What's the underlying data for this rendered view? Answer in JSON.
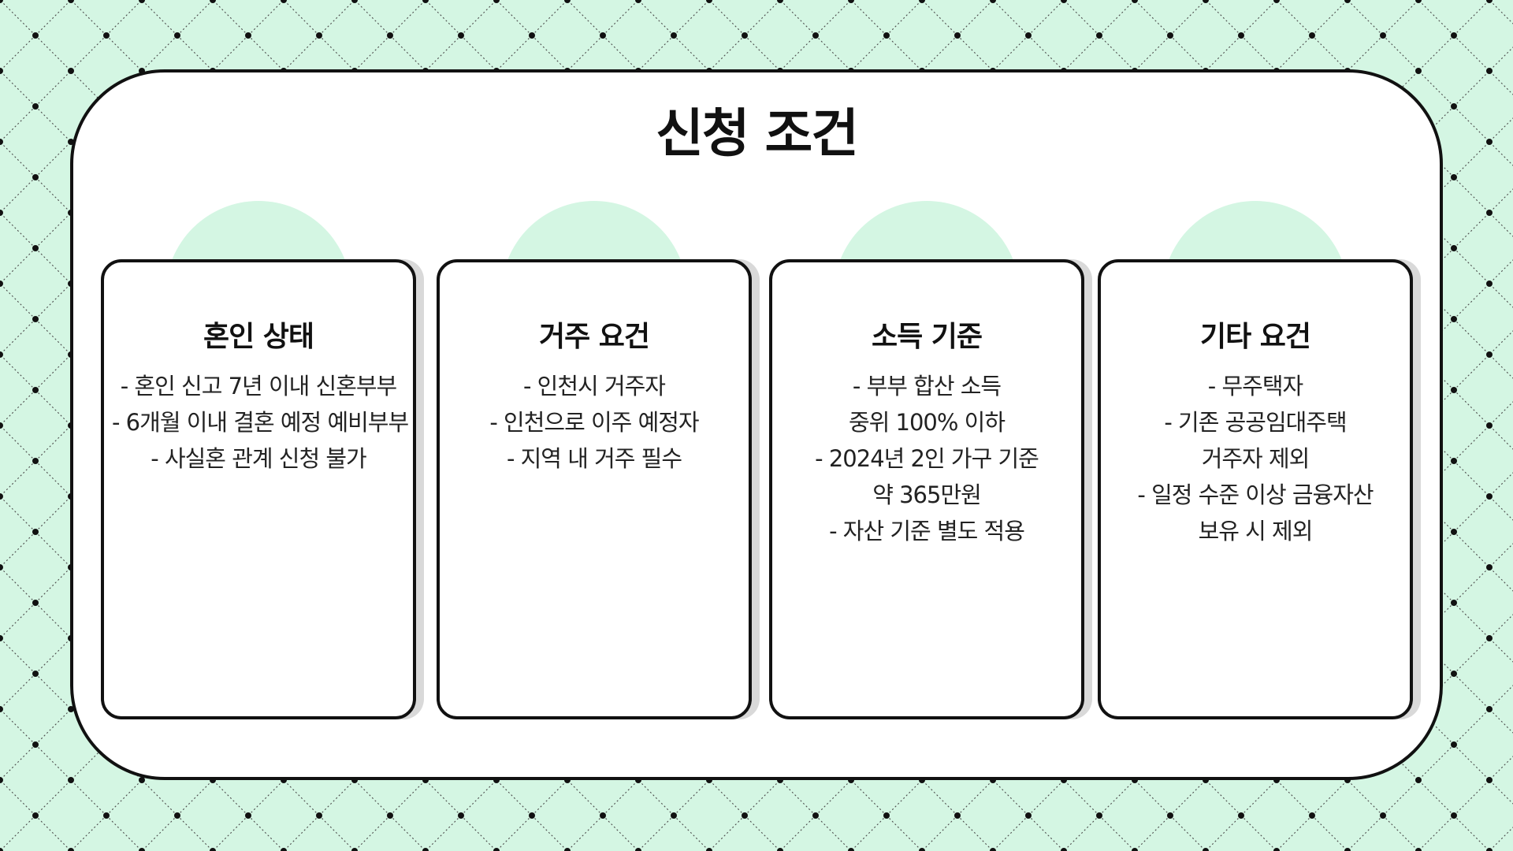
{
  "slide": {
    "title": "신청 조건",
    "colors": {
      "background": "#d4f6e3",
      "accent": "#d4f6e3",
      "panel": "#ffffff",
      "border": "#111111"
    },
    "cards": [
      {
        "title": "혼인 상태",
        "lines": [
          "- 혼인 신고 7년 이내 신혼부부",
          "- 6개월 이내 결혼 예정 예비부부",
          "- 사실혼 관계 신청 불가"
        ]
      },
      {
        "title": "거주 요건",
        "lines": [
          "- 인천시 거주자",
          "- 인천으로 이주 예정자",
          "- 지역 내 거주 필수"
        ]
      },
      {
        "title": "소득 기준",
        "lines": [
          "- 부부 합산 소득",
          "중위 100% 이하",
          "- 2024년 2인 가구 기준",
          "약 365만원",
          "- 자산 기준 별도 적용"
        ]
      },
      {
        "title": "기타 요건",
        "lines": [
          "- 무주택자",
          "- 기존 공공임대주택",
          "거주자 제외",
          "- 일정 수준 이상 금융자산",
          "보유 시 제외"
        ]
      }
    ]
  }
}
